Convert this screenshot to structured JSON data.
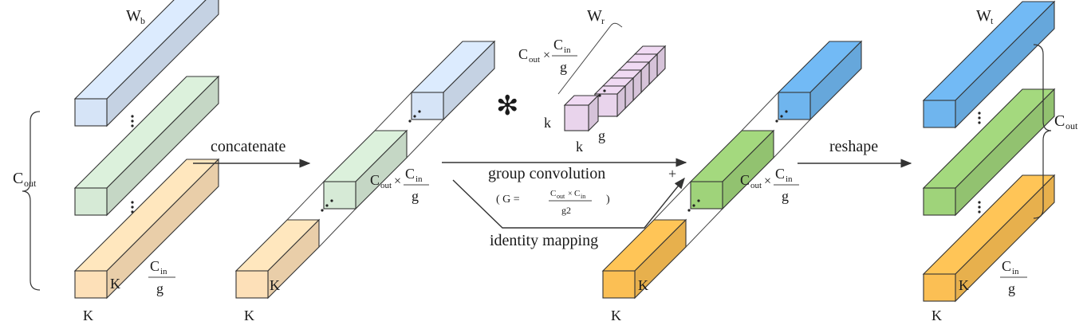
{
  "labels": {
    "w_b": {
      "main": "W",
      "sub": "b"
    },
    "w_r": {
      "main": "W",
      "sub": "r"
    },
    "w_t": {
      "main": "W",
      "sub": "t"
    },
    "c_out": {
      "main": "C",
      "sub": "out"
    },
    "c_in": {
      "main": "C",
      "sub": "in"
    },
    "g": "g",
    "k_upper": "K",
    "k_lower": "k",
    "times": "×",
    "convolve_symbol": "✻",
    "plus": "+",
    "concatenate": "concatenate",
    "group_convolution": "group  convolution",
    "groups_formula_prefix": "( G =",
    "groups_formula_numerator": "C",
    "groups_formula_den": "g2",
    "groups_formula_suffix": ")",
    "identity_mapping": "identity mapping",
    "reshape": "reshape"
  },
  "colors": {
    "blue_light": "#d6e4f7",
    "green_light": "#d6ead6",
    "orange_light": "#fde0b8",
    "pink": "#e9d4ec",
    "blue_strong": "#6fb5ee",
    "green_strong": "#9fd37a",
    "orange_strong": "#fbbf54"
  }
}
